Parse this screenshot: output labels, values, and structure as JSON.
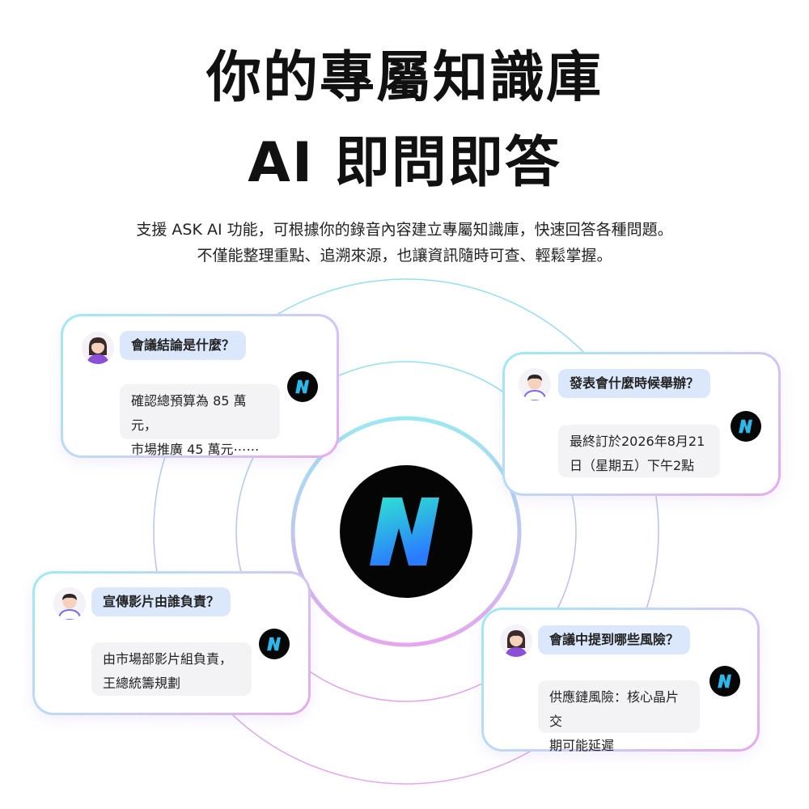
{
  "headline": {
    "line1": "你的專屬知識庫",
    "line2": "AI 即問即答"
  },
  "subtitle": {
    "line1": "支援 ASK AI 功能，可根據你的錄音內容建立專屬知識庫，快速回答各種問題。",
    "line2": "不僅能整理重點、追溯來源，也讓資訊隨時可查、輕鬆掌握。"
  },
  "cards": [
    {
      "question": "會議結論是什麼？",
      "answer_line1": "確認總預算為 85 萬元，",
      "answer_line2": "市場推廣 45 萬元⋯⋯"
    },
    {
      "question": "發表會什麼時候舉辦？",
      "answer_line1": "最終訂於2026年8月21",
      "answer_line2": "日（星期五）下午2點"
    },
    {
      "question": "宣傳影片由誰負責？",
      "answer_line1": "由市場部影片組負責，",
      "answer_line2": "王總統籌規劃"
    },
    {
      "question": "會議中提到哪些風險？",
      "answer_line1": "供應鏈風險：核心晶片交",
      "answer_line2": "期可能延遲"
    }
  ],
  "colors": {
    "ring_start": "#8fe3ee",
    "ring_end": "#e6a3ec",
    "logo_gradient_top": "#2fe3d0",
    "logo_gradient_bottom": "#2a7bff",
    "question_bubble": "#dbe8fb",
    "answer_bubble": "#f3f3f5"
  },
  "icons": {
    "brand": "n-logo-icon",
    "female_avatar": "female-user-avatar-icon",
    "male_avatar": "male-user-avatar-icon"
  }
}
